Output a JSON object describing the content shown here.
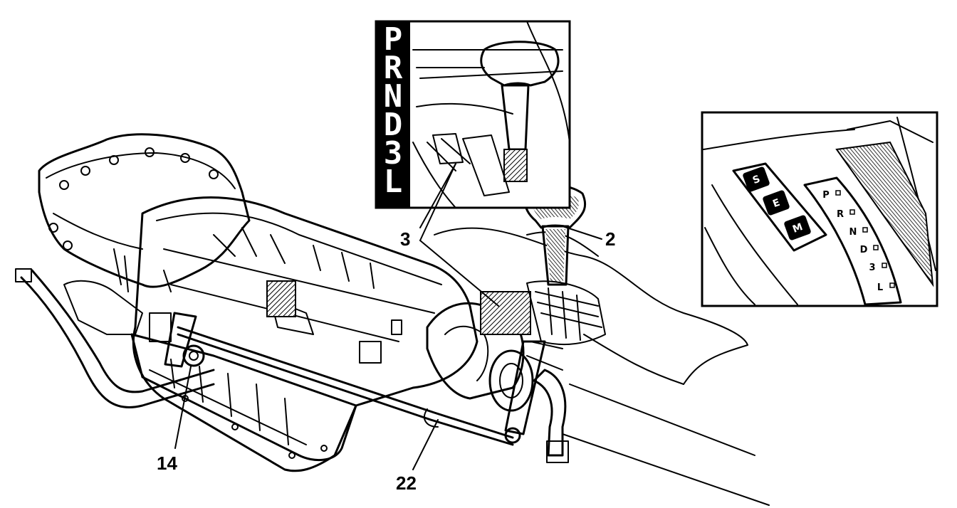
{
  "callouts": {
    "c2": "2",
    "c3": "3",
    "c14": "14",
    "c22": "22"
  },
  "gear_letters": [
    "P",
    "R",
    "N",
    "D",
    "3",
    "L"
  ],
  "inset_switch_letters": [
    "S",
    "E",
    "M"
  ],
  "inset_gate_letters": [
    "P",
    "R",
    "N",
    "D",
    "3",
    "L"
  ],
  "colors": {
    "ink": "#000000",
    "paper": "#ffffff"
  }
}
